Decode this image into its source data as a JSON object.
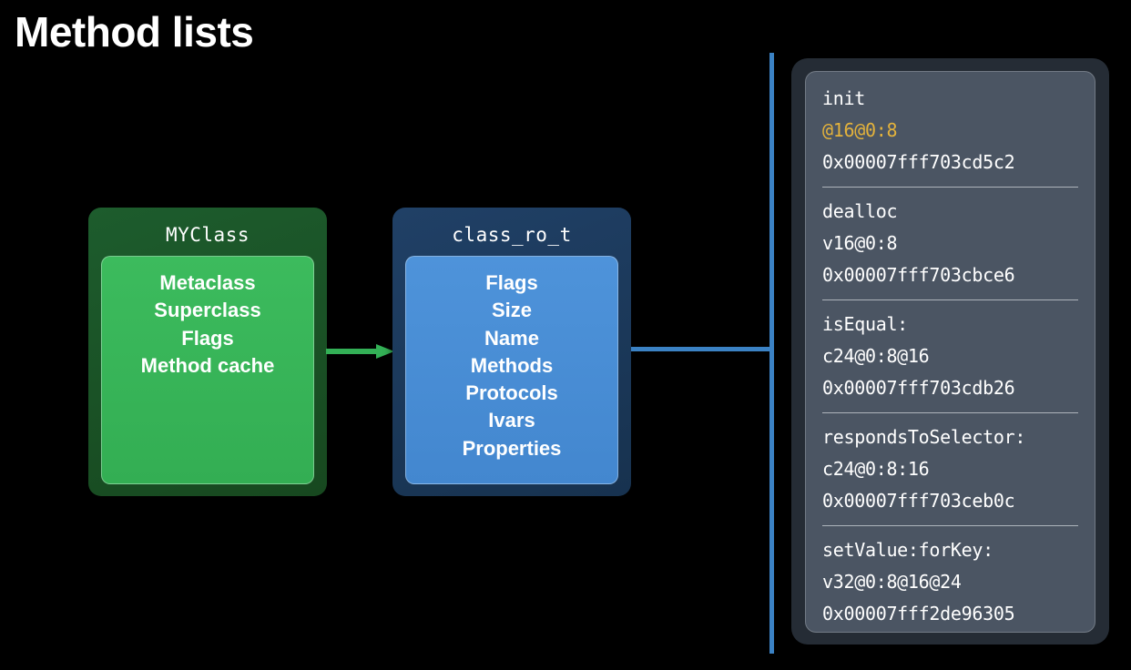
{
  "slide": {
    "title": "Method lists",
    "background_color": "#000000"
  },
  "colors": {
    "green_outer": "#1d5c2d",
    "green_inner": "#3cbb5d",
    "blue_outer": "#204066",
    "blue_inner": "#4e93da",
    "arrow_green": "#33b056",
    "connector_blue": "#3b82c4",
    "panel_outer": "#252c35",
    "panel_inner": "#4b5563",
    "type_encoding_highlight": "#e3b23c",
    "text_white": "#ffffff"
  },
  "class_box": {
    "title": "MYClass",
    "fields": [
      "Metaclass",
      "Superclass",
      "Flags",
      "Method cache"
    ]
  },
  "class_ro_box": {
    "title": "class_ro_t",
    "fields": [
      "Flags",
      "Size",
      "Name",
      "Methods",
      "Protocols",
      "Ivars",
      "Properties"
    ]
  },
  "method_list": {
    "entries": [
      {
        "selector": "init",
        "types": "@16@0:8",
        "types_highlighted": true,
        "address": "0x00007fff703cd5c2"
      },
      {
        "selector": "dealloc",
        "types": "v16@0:8",
        "types_highlighted": false,
        "address": "0x00007fff703cbce6"
      },
      {
        "selector": "isEqual:",
        "types": "c24@0:8@16",
        "types_highlighted": false,
        "address": "0x00007fff703cdb26"
      },
      {
        "selector": "respondsToSelector:",
        "types": "c24@0:8:16",
        "types_highlighted": false,
        "address": "0x00007fff703ceb0c"
      },
      {
        "selector": "setValue:forKey:",
        "types": "v32@0:8@16@24",
        "types_highlighted": false,
        "address": "0x00007fff2de96305"
      }
    ]
  },
  "connectors": {
    "class_to_ro_arrow": "green-arrow-right",
    "ro_to_methods_line": "blue-elbow-line"
  }
}
